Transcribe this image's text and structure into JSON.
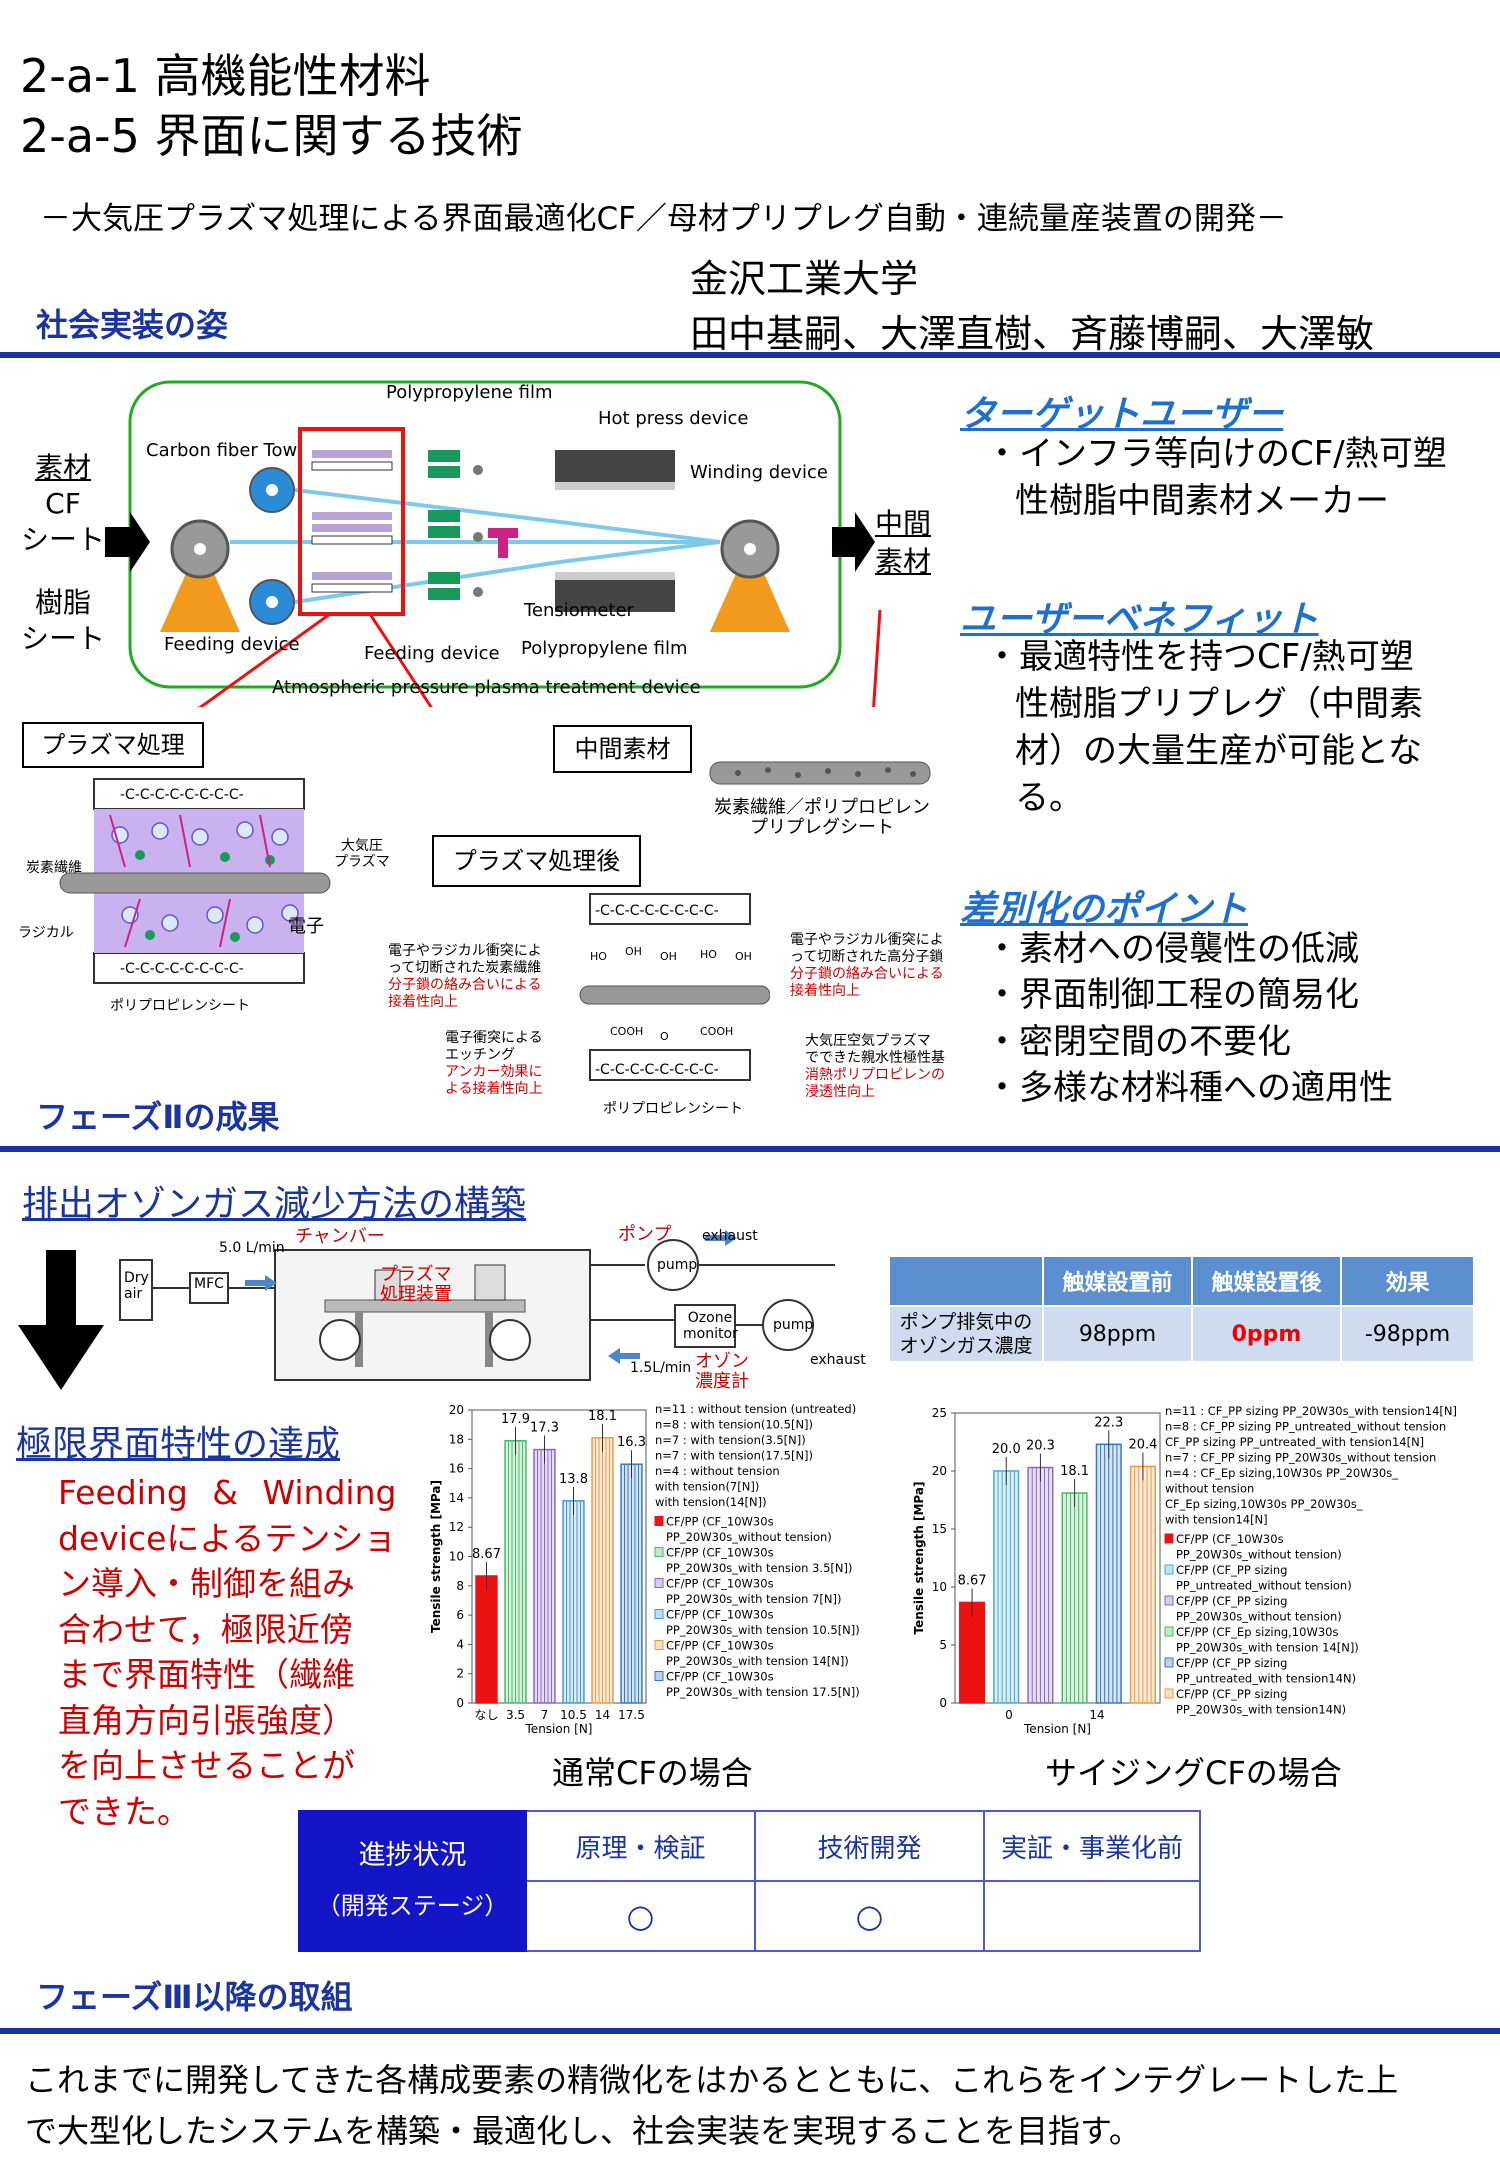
{
  "title_line1": "2-a-1 高機能性材料",
  "title_line2": "2-a-5 界面に関する技術",
  "subtitle": "－大気圧プラズマ処理による界面最適化CF／母材プリプレグ自動・連続量産装置の開発－",
  "org": "金沢工業大学",
  "authors": "田中基嗣、大澤直樹、斉藤博嗣、大澤敏",
  "sec1": "社会実装の姿",
  "sec2": "フェーズⅡの成果",
  "sec3": "フェーズⅢ以降の取組",
  "diagram": {
    "input1": [
      "素材",
      "CF",
      "シート"
    ],
    "input2": [
      "樹脂",
      "シート"
    ],
    "output": [
      "中間",
      "素材"
    ],
    "pp_film_top": "Polypropylene film",
    "cft": "Carbon fiber Tow",
    "hot_press": "Hot press device",
    "winding": "Winding device",
    "tensiometer": "Tensiometer",
    "feed1": "Feeding device",
    "feed2": "Feeding device",
    "pp_film_bottom": "Polypropylene film",
    "plasma_dev": "Atmospheric pressure plasma treatment device",
    "box_plasma": "プラズマ処理",
    "box_after": "プラズマ処理後",
    "box_inter": "中間素材",
    "chain": "-C-C-C-C-C-C-C-C-",
    "chain2": "-C-C-C-C-C-C-C-C-",
    "chain3": "-C-C-C-C-C-C-C-C-",
    "chain4": "-C-C-C-C-C-C-C-C-",
    "cf_lbl": "炭素繊維",
    "atm_lbl": [
      "大気圧",
      "プラズマ"
    ],
    "rad_lbl": "ラジカル",
    "elec_lbl": "電子",
    "pp_sheet": "ポリプロピレンシート",
    "pp_sheet2": "ポリプロピレンシート",
    "prepreg": [
      "炭素繊維／ポリプロピレン",
      "プリプレグシート"
    ],
    "ann_l1": [
      "電子やラジカル衝突によ",
      "って切断された炭素繊維"
    ],
    "ann_l1r": [
      "分子鎖の絡み合いによる",
      "接着性向上"
    ],
    "ann_l2": [
      "電子衝突による",
      "エッチング"
    ],
    "ann_l2r": [
      "アンカー効果に",
      "よる接着性向上"
    ],
    "ann_r1": [
      "電子やラジカル衝突によ",
      "って切断された高分子鎖"
    ],
    "ann_r1r": [
      "分子鎖の絡み合いによる",
      "接着性向上"
    ],
    "ann_r2": [
      "大気圧空気プラズマ",
      "でできた親水性極性基"
    ],
    "ann_r2r": [
      "消熱ポリプロピレンの",
      "浸透性向上"
    ]
  },
  "target": {
    "head": "ターゲットユーザー",
    "items": [
      "・インフラ等向けのCF/熱可塑",
      "性樹脂中間素材メーカー"
    ]
  },
  "benefit": {
    "head": "ユーザーベネフィット",
    "items": [
      "・最適特性を持つCF/熱可塑",
      "性樹脂プリプレグ（中間素",
      "材）の大量生産が可能とな",
      "る。"
    ]
  },
  "diff": {
    "head": "差別化のポイント",
    "items": [
      "・素材への侵襲性の低減",
      "・界面制御工程の簡易化",
      "・密閉空間の不要化",
      "・多様な材料種への適用性"
    ]
  },
  "ozone": {
    "head": "排出オゾンガス減少方法の構築",
    "dry": [
      "Dry",
      "air"
    ],
    "mfc": "MFC",
    "flow1": "5.0 L/min",
    "chamber": "チャンバー",
    "plasma_dev": [
      "プラズマ",
      "処理装置"
    ],
    "pump_lbl": "ポンプ",
    "pump": "pump",
    "exhaust": "exhaust",
    "monitor": [
      "Ozone",
      "monitor"
    ],
    "pump2": "pump",
    "exhaust2": "exhaust",
    "flow2": "1.5L/min",
    "meter": [
      "オゾン",
      "濃度計"
    ],
    "table": {
      "headers": [
        "",
        "触媒設置前",
        "触媒設置後",
        "効果"
      ],
      "row_label": [
        "ポンプ排気中の",
        "オゾンガス濃度"
      ],
      "values": [
        "98ppm",
        "0ppm",
        "-98ppm"
      ]
    }
  },
  "limit": {
    "head": "極限界面特性の達成",
    "text": [
      "Feeding & Winding",
      "deviceによるテンショ",
      "ン導入・制御を組み",
      "合わせて，極限近傍",
      "まで界面特性（繊維",
      "直角方向引張強度）",
      "を向上させることが",
      "できた。"
    ]
  },
  "chart_data": [
    {
      "type": "bar",
      "title": "通常CFの場合",
      "ylabel": "Tensile strength [MPa]",
      "xlabel": "Tension [N]",
      "ylim": [
        0,
        20
      ],
      "yticks": [
        0,
        2,
        4,
        6,
        8,
        10,
        12,
        14,
        16,
        18,
        20
      ],
      "categories": [
        "なし",
        "3.5",
        "7",
        "10.5",
        "14",
        "17.5"
      ],
      "values": [
        8.67,
        17.9,
        17.3,
        13.8,
        18.1,
        16.3
      ],
      "value_labels": [
        "8.67",
        "17.9",
        "17.3",
        "13.8",
        "18.1",
        "16.3"
      ],
      "legend_n": [
        "n=11 : without tension (untreated)",
        "n=8 : with tension(10.5[N])",
        "n=7 : with tension(3.5[N])",
        "n=7 : with tension(17.5[N])",
        "n=4 : without tension",
        "with tension(7[N])",
        "with tension(14[N])"
      ],
      "legend": [
        "CF/PP (CF_10W30s",
        "PP_20W30s_without tension)",
        "CF/PP (CF_10W30s",
        "PP_20W30s_with tension 3.5[N])",
        "CF/PP (CF_10W30s",
        "PP_20W30s_with tension 7[N])",
        "CF/PP (CF_10W30s",
        "PP_20W30s_with tension 10.5[N])",
        "CF/PP (CF_10W30s",
        "PP_20W30s_with tension 14[N])",
        "CF/PP (CF_10W30s",
        "PP_20W30s_with tension 17.5[N])"
      ],
      "colors": [
        "#ee1111",
        "#44bb66",
        "#8866cc",
        "#4499dd",
        "#ee9944",
        "#3377cc"
      ]
    },
    {
      "type": "bar",
      "title": "サイジングCFの場合",
      "ylabel": "Tensile strength [MPa]",
      "xlabel": "Tension [N]",
      "ylim": [
        0,
        25
      ],
      "yticks": [
        0,
        5,
        10,
        15,
        20,
        25
      ],
      "categories": [
        "0",
        "14"
      ],
      "values": [
        8.67,
        20.0,
        20.3,
        18.1,
        22.3,
        20.4
      ],
      "value_labels": [
        "8.67",
        "20.0",
        "20.3",
        "18.1",
        "22.3",
        "20.4"
      ],
      "legend_n": [
        "n=11 : CF_PP sizing PP_20W30s_with tension14[N]",
        "n=8 : CF_PP sizing PP_untreated_without tension",
        "CF_PP sizing PP_untreated_with tension14[N]",
        "n=7 : CF_PP sizing PP_20W30s_without tension",
        "n=4 : CF_Ep sizing,10W30s PP_20W30s_",
        "without tension",
        "CF_Ep sizing,10W30s PP_20W30s_",
        "with tension14[N]"
      ],
      "legend": [
        "CF/PP (CF_10W30s",
        "PP_20W30s_without tension)",
        "CF/PP (CF_PP sizing",
        "PP_untreated_without tension)",
        "CF/PP (CF_PP sizing",
        "PP_20W30s_without tension)",
        "CF/PP (CF_Ep sizing,10W30s",
        "PP_20W30s_with tension 14[N])",
        "CF/PP (CF_PP sizing",
        "PP_untreated_with tension14N)",
        "CF/PP (CF_PP sizing",
        "PP_20W30s_with tension14N)"
      ],
      "colors": [
        "#ee1111",
        "#44aadd",
        "#8866cc",
        "#44bb66",
        "#3377cc",
        "#ee9944"
      ]
    }
  ],
  "progress": {
    "h1": "進捗状況",
    "h2": "（開発ステージ）",
    "cols": [
      "原理・検証",
      "技術開発",
      "実証・事業化前"
    ],
    "marks": [
      "○",
      "○",
      ""
    ]
  },
  "phase3_text": [
    "これまでに開発してきた各構成要素の精微化をはかるとともに、これらをインテグレートした上",
    "で大型化したシステムを構築・最適化し、社会実装を実現することを目指す。"
  ]
}
